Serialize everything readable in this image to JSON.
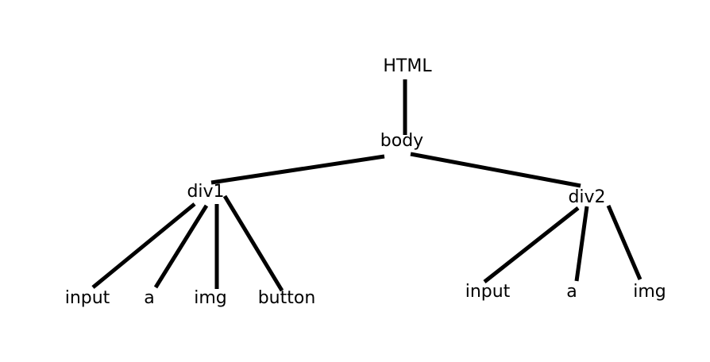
{
  "tree": {
    "root": "HTML",
    "body": "body",
    "div1": {
      "label": "div1",
      "children": [
        "input",
        "a",
        "img",
        "button"
      ]
    },
    "div2": {
      "label": "div2",
      "children": [
        "input",
        "a",
        "img"
      ]
    }
  }
}
